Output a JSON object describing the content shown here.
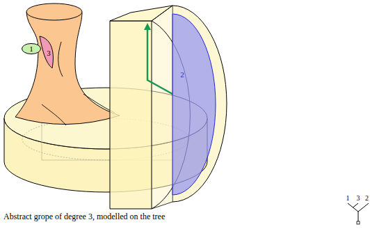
{
  "diagram": {
    "caption": "Abstract grope of degree 3, modelled on the tree",
    "nodes": [
      {
        "text": [
          "1"
        ]
      },
      {
        "text": [
          "3"
        ]
      },
      {
        "text": [
          "2"
        ]
      }
    ],
    "labels": [
      "1",
      "3",
      "2"
    ]
  }
}
